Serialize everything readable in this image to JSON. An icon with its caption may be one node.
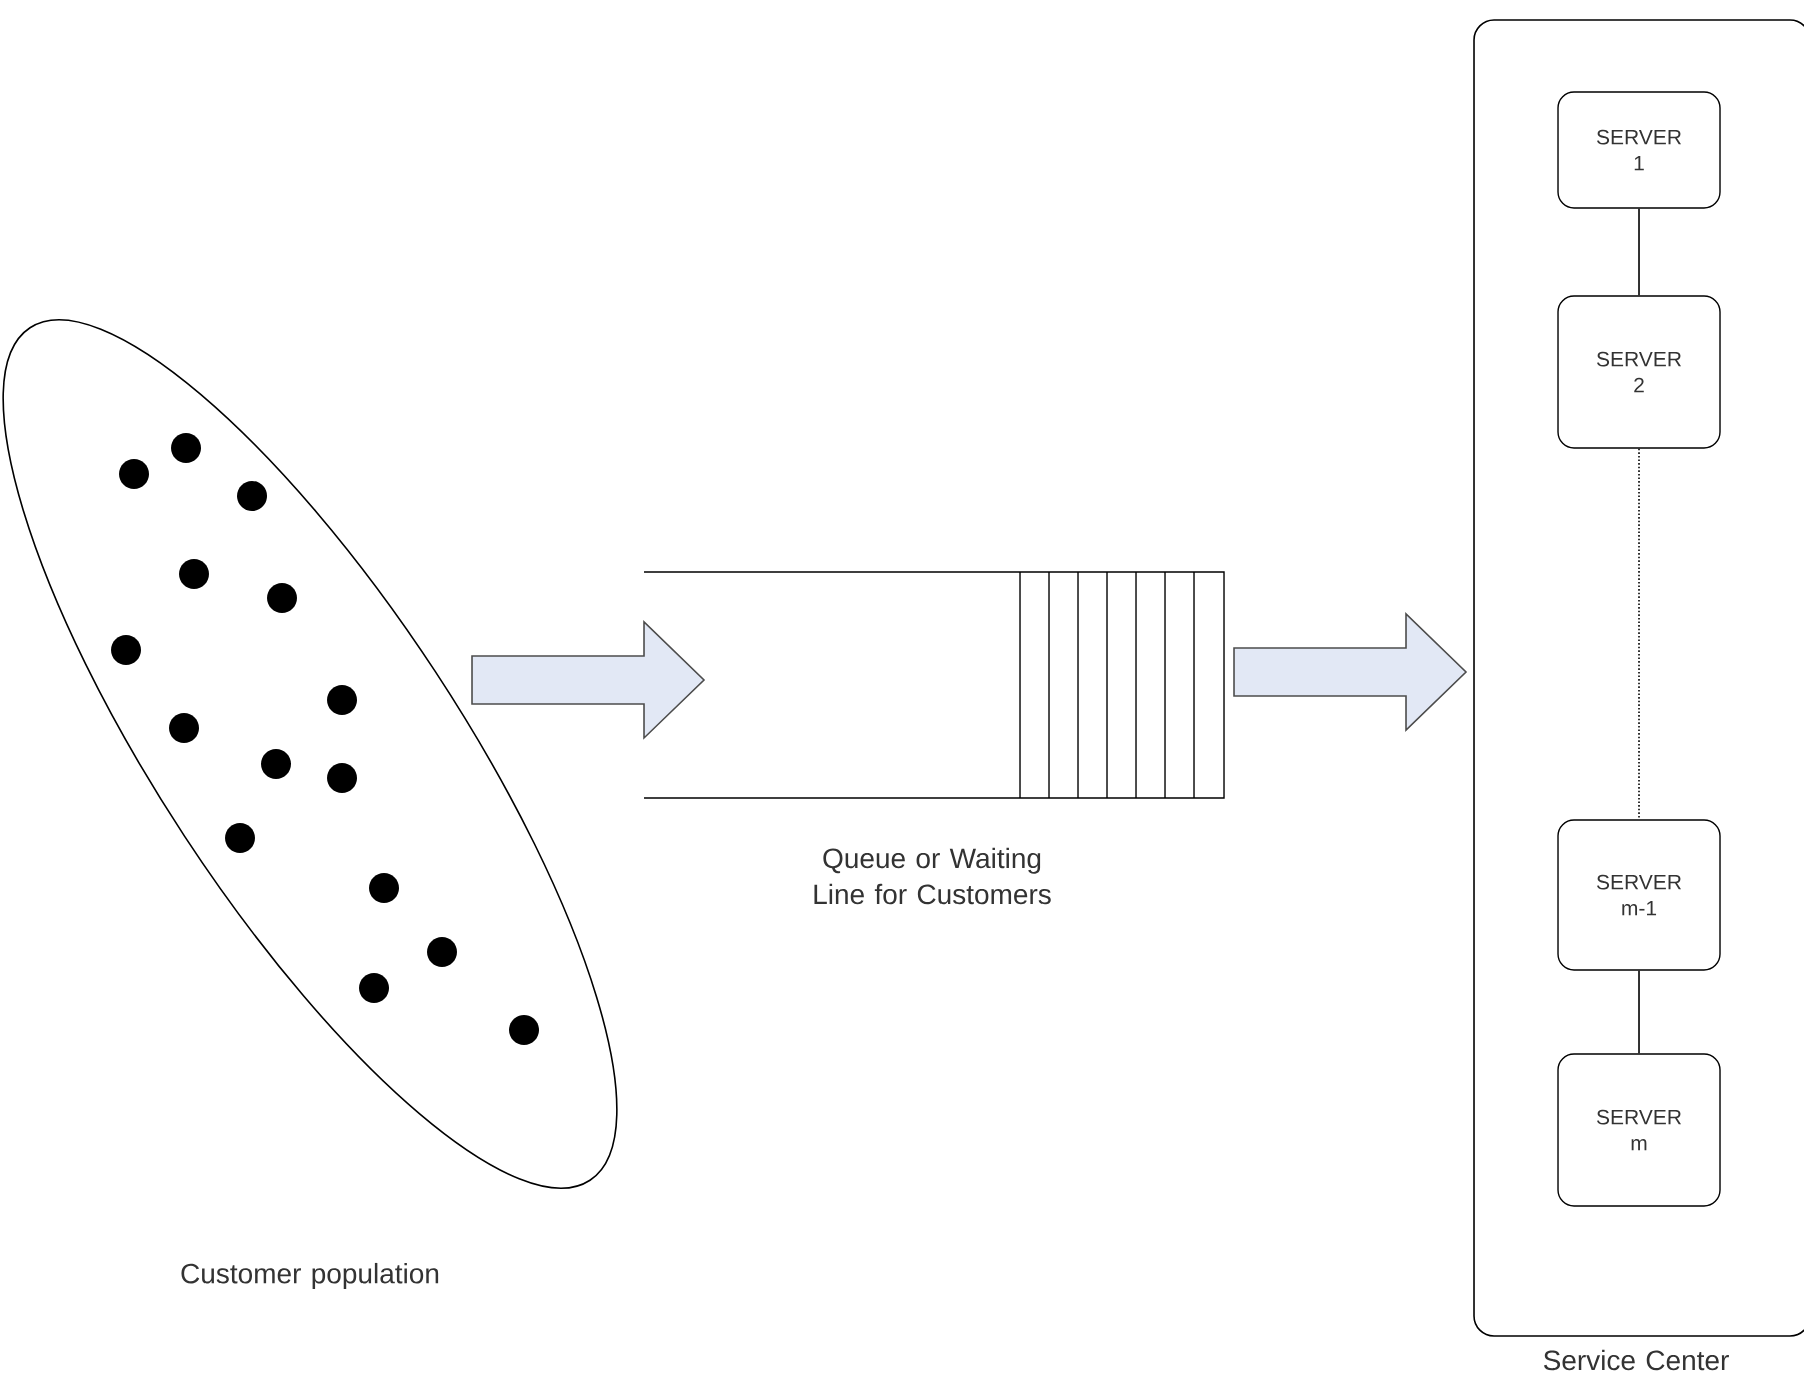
{
  "diagram": {
    "nodes": [
      {
        "text": [
          "Customer population"
        ]
      },
      {
        "text": [
          "Queue or Waiting Line for Customers"
        ]
      },
      {
        "text": [
          "Service Center"
        ]
      },
      {
        "text": [
          "SERVER 1"
        ],
        "in": 2
      },
      {
        "text": [
          "SERVER 2"
        ],
        "in": 2
      },
      {
        "text": [
          "SERVER m-1"
        ],
        "in": 2
      },
      {
        "text": [
          "SERVER m"
        ],
        "in": 2
      }
    ],
    "edges": [
      {
        "from": 0,
        "to": 1,
        "arrow": "to"
      },
      {
        "from": 1,
        "to": 2,
        "arrow": "to"
      },
      {
        "from": 3,
        "to": 4,
        "arrow": "none"
      },
      {
        "from": 4,
        "to": 5,
        "arrow": "none",
        "style": "dashed"
      },
      {
        "from": 5,
        "to": 6,
        "arrow": "none"
      }
    ]
  }
}
